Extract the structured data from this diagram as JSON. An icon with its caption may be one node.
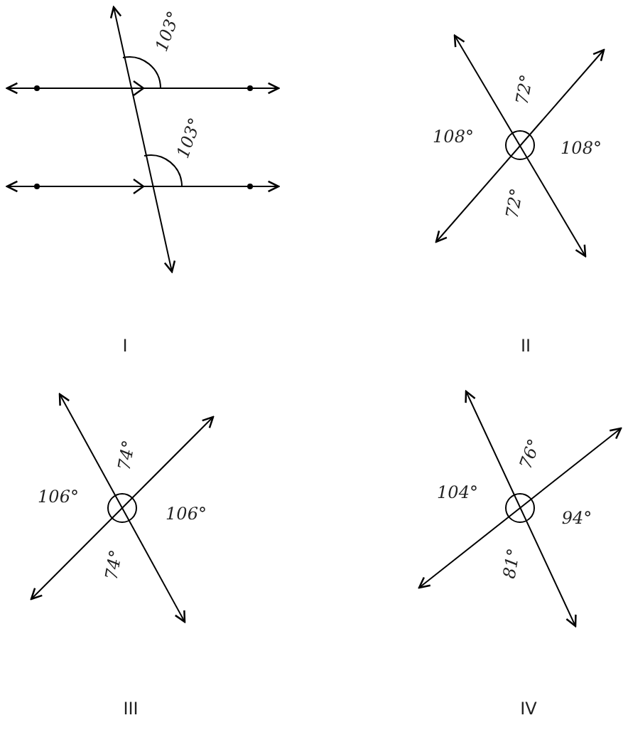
{
  "diagram": {
    "labels": [
      "103°",
      "103°",
      "I",
      "72°",
      "108°",
      "108°",
      "72°",
      "II",
      "74°",
      "106°",
      "106°",
      "74°",
      "III",
      "76°",
      "104°",
      "94°",
      "81°",
      "IV"
    ]
  }
}
